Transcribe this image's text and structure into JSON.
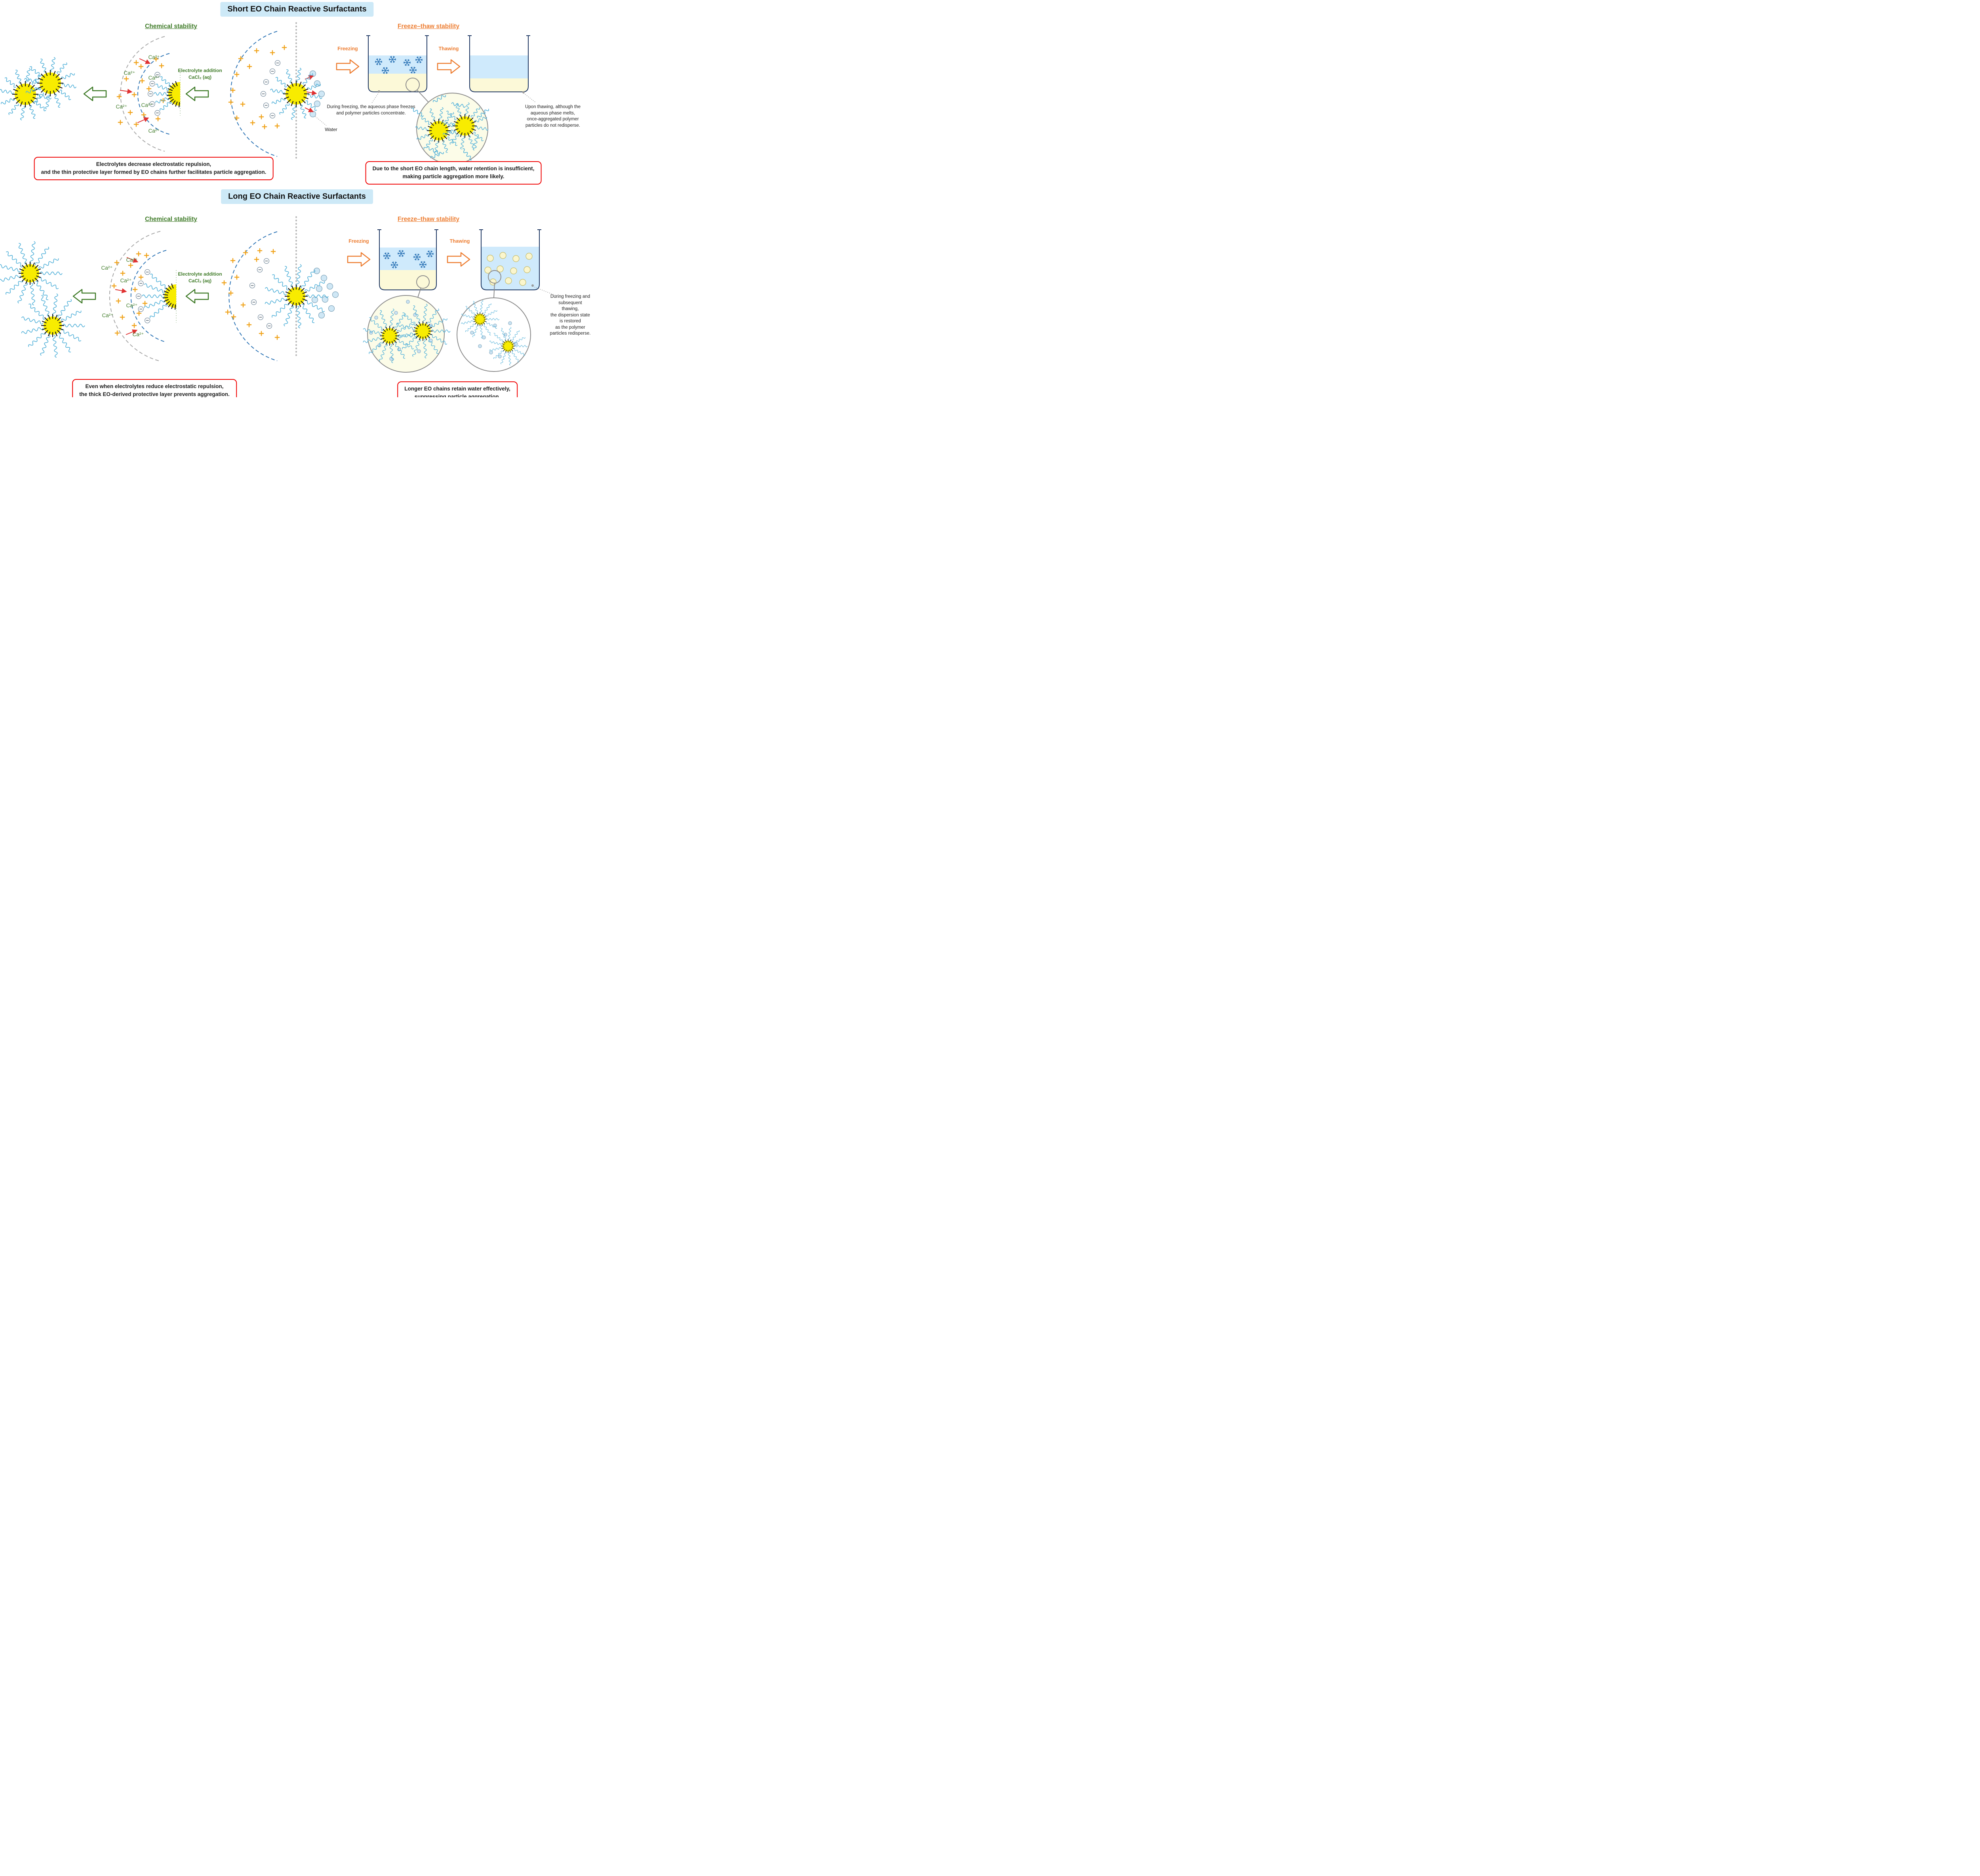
{
  "sections": {
    "short": {
      "banner": "Short EO Chain Reactive Surfactants",
      "chemical": {
        "heading": "Chemical stability",
        "electrolyte_line1": "Electrolyte addition",
        "electrolyte_line2": "CaCl₂ (aq)",
        "water_label": "Water",
        "callout": "Electrolytes decrease electrostatic repulsion,\nand the thin protective layer formed by EO chains further facilitates particle aggregation."
      },
      "freeze_thaw": {
        "heading": "Freeze–thaw stability",
        "freezing_label": "Freezing",
        "thawing_label": "Thawing",
        "freeze_note": "During freezing, the aqueous phase freezes\nand polymer particles concentrate.",
        "thaw_note": "Upon thawing, although the aqueous phase melts,\nonce-aggregated polymer particles do not redisperse.",
        "callout": "Due to the short EO chain length, water retention is insufficient,\nmaking particle aggregation more likely."
      }
    },
    "long": {
      "banner": "Long EO Chain Reactive Surfactants",
      "chemical": {
        "heading": "Chemical stability",
        "electrolyte_line1": "Electrolyte addition",
        "electrolyte_line2": "CaCl₂ (aq)",
        "callout": "Even when electrolytes reduce electrostatic repulsion,\nthe thick EO-derived protective layer prevents aggregation."
      },
      "freeze_thaw": {
        "heading": "Freeze–thaw stability",
        "freezing_label": "Freezing",
        "thawing_label": "Thawing",
        "note": "During freezing and subsequent thawing,\nthe dispersion state is restored\nas the polymer particles redisperse.",
        "callout": "Longer EO chains retain water effectively,\nsuppressing particle aggregation."
      }
    }
  },
  "symbols": {
    "calcium_ion": "Ca²⁺"
  },
  "colors": {
    "banner_bg": "#cde9f7",
    "green": "#3f7b28",
    "orange": "#ed7d31",
    "callout_red": "#f00000",
    "particle_yellow": "#f8ec00",
    "chain_blue": "#57b3da",
    "plus_orange": "#f0a31b",
    "ice_blue": "#cfeafc",
    "aqueous_yellow": "#fcf9d8",
    "snow_blue": "#2e75b6",
    "beaker_outline": "#1f3864"
  }
}
